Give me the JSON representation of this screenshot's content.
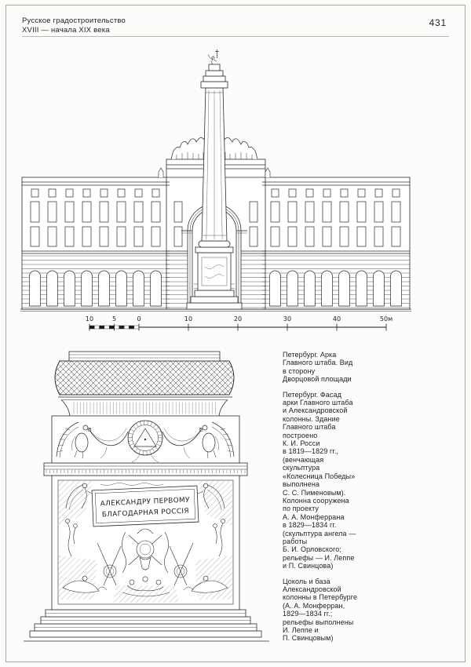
{
  "header": {
    "running_title": "Русское градостроительство\nXVIII — начала XIX века",
    "page_number": "431"
  },
  "scale_bar": {
    "labels": [
      "10",
      "5",
      "0",
      "10",
      "20",
      "30",
      "40",
      "50м"
    ]
  },
  "figures": {
    "pedestal_inscription": {
      "line1": "АЛЕКСАНДРУ ПЕРВОМУ",
      "line2": "БЛАГОДАРНАЯ РОССІЯ"
    }
  },
  "captions": [
    {
      "text": "Петербург. Арка\nГлавного штаба. Вид\nв сторону\nДворцовой площади"
    },
    {
      "text": "Петербург. Фасад\nарки Главного штаба\nи Александровской\nколонны. Здание\nГлавного штаба\nпостроено\nК. И. Росси\nв 1819—1829 гг.,\n(венчающая\nскульптура\n«Колесница Победы»\nвыполнена\nС. С. Пименовым).\nКолонна сооружена\nпо проекту\nА. А. Монферрана\nв 1829—1834 гг.\n(скульптура ангела —\nработы\nБ. И. Орловского;\nрельефы — И. Леппе\nи П. Свинцова)"
    },
    {
      "text": "Цоколь и база\nАлександровской\nколонны в Петербурге\n(А. А. Монферран,\n1829—1834 гг.;\nрельефы выполнены\nИ. Леппе и\nП. Свинцовым)"
    }
  ]
}
